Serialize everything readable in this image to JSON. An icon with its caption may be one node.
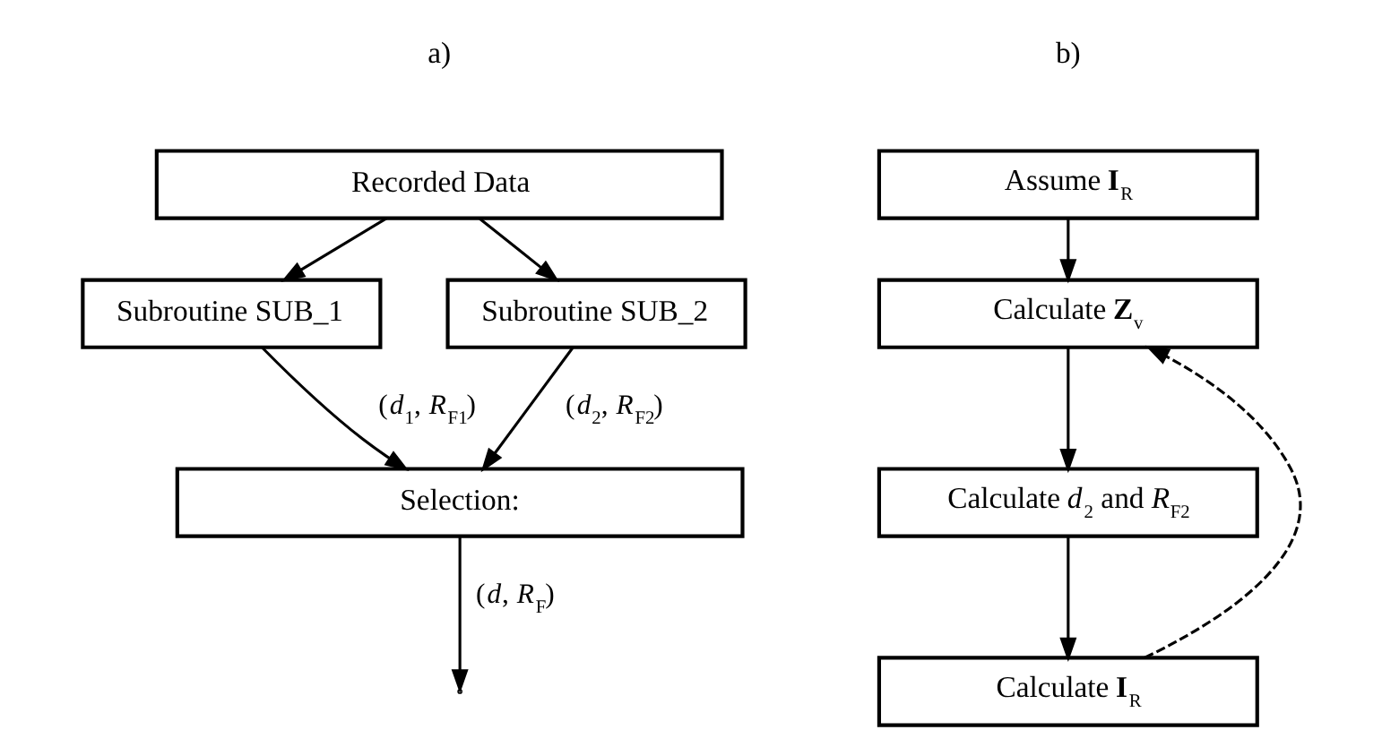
{
  "diagram": {
    "nodes": [
      {
        "text": [
          "Recorded Data"
        ]
      },
      {
        "text": [
          "Subroutine SUB_1"
        ]
      },
      {
        "text": [
          "Subroutine SUB_2"
        ]
      },
      {
        "text": [
          "Selection:"
        ]
      },
      {
        "text": [
          "Assume **I**$_{R}$"
        ]
      },
      {
        "text": [
          "Calculate **Z**$_{v}$"
        ]
      },
      {
        "text": [
          "Calculate *d*$_{2}$ and *R*$_{F2}$"
        ]
      },
      {
        "text": [
          "Calculate **I**$_{R}$"
        ]
      }
    ],
    "edges": [
      {
        "from": 0,
        "to": 1,
        "arrow": "to"
      },
      {
        "from": 0,
        "to": 2,
        "arrow": "to"
      },
      {
        "from": 1,
        "to": 3,
        "arrow": "to",
        "label": "(*d*$_{1}$, *R*$_{F1}$)"
      },
      {
        "from": 2,
        "to": 3,
        "arrow": "to",
        "label": "(*d*$_{2}$, *R*$_{F2}$)"
      },
      {
        "from": 3,
        "to": null,
        "arrow": "to",
        "label": "(*d*, *R*$_{F}$)"
      },
      {
        "from": 4,
        "to": 5,
        "arrow": "to"
      },
      {
        "from": 5,
        "to": 6,
        "arrow": "to"
      },
      {
        "from": 6,
        "to": 7,
        "arrow": "to"
      },
      {
        "from": 7,
        "to": 5,
        "arrow": "to",
        "style": "dashed"
      }
    ],
    "labels": [
      "a)",
      "b)"
    ]
  }
}
